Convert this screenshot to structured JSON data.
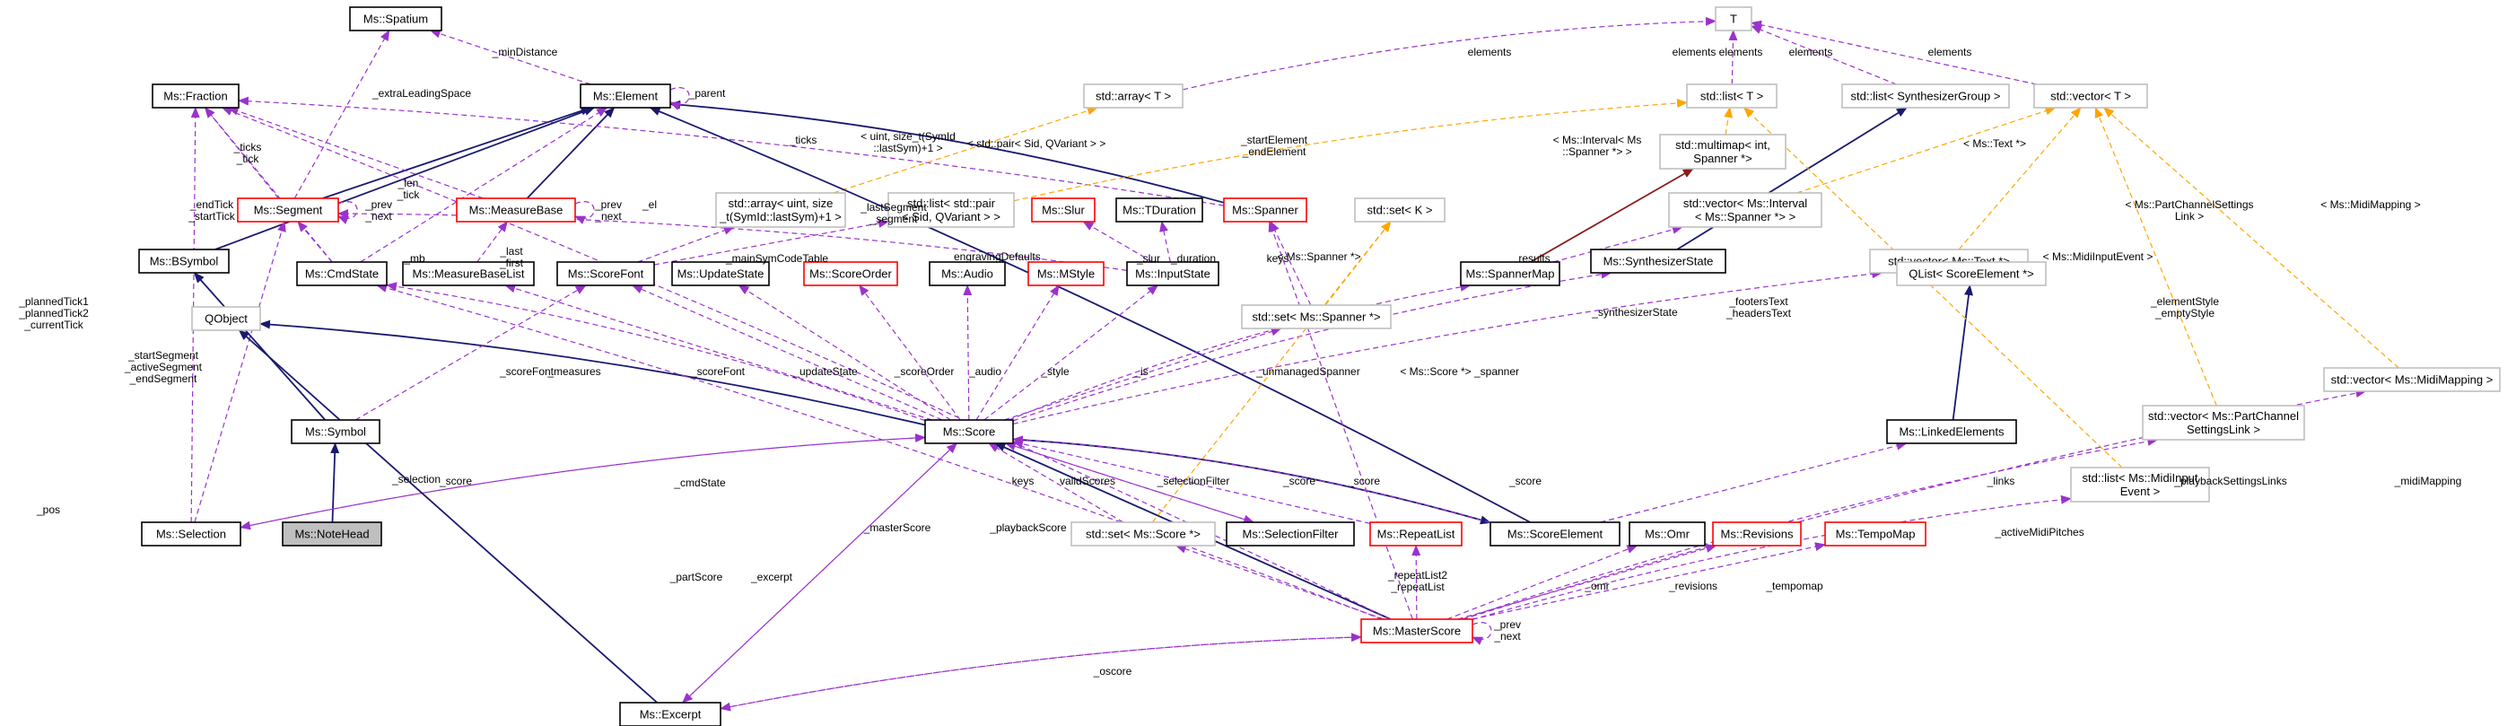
{
  "nodes": {
    "spatium": [
      "Ms::Spatium"
    ],
    "element": [
      "Ms::Element"
    ],
    "fraction": [
      "Ms::Fraction"
    ],
    "T": [
      "T"
    ],
    "arrayT": [
      "std::array< T >"
    ],
    "listT": [
      "std::list< T >"
    ],
    "listSynth": [
      "std::list< SynthesizerGroup >"
    ],
    "vectorT": [
      "std::vector< T >"
    ],
    "segment": [
      "Ms::Segment"
    ],
    "measureBase": [
      "Ms::MeasureBase"
    ],
    "arrayUint": [
      "std::array< uint, size",
      "_t(SymId::lastSym)+1 >"
    ],
    "listPair": [
      "std::list< std::pair",
      "< Sid, QVariant > >"
    ],
    "slur": [
      "Ms::Slur"
    ],
    "tduration": [
      "Ms::TDuration"
    ],
    "spanner": [
      "Ms::Spanner"
    ],
    "setK": [
      "std::set< K >"
    ],
    "multimap": [
      "std::multimap< int,",
      " Spanner *>"
    ],
    "vectorInterval": [
      "std::vector< Ms::Interval",
      "< Ms::Spanner *> >"
    ],
    "vectorText": [
      "std::vector< Ms::Text *>"
    ],
    "bsymbol": [
      "Ms::BSymbol"
    ],
    "cmdState": [
      "Ms::CmdState"
    ],
    "measureBaseList": [
      "Ms::MeasureBaseList"
    ],
    "scoreFont": [
      "Ms::ScoreFont"
    ],
    "updateState": [
      "Ms::UpdateState"
    ],
    "scoreOrder": [
      "Ms::ScoreOrder"
    ],
    "audio": [
      "Ms::Audio"
    ],
    "mstyle": [
      "Ms::MStyle"
    ],
    "inputState": [
      "Ms::InputState"
    ],
    "setSpanner": [
      "std::set< Ms::Spanner *>"
    ],
    "spannerMap": [
      "Ms::SpannerMap"
    ],
    "synthState": [
      "Ms::SynthesizerState"
    ],
    "qlist": [
      "QList< ScoreElement *>"
    ],
    "qobject": [
      "QObject"
    ],
    "symbol": [
      "Ms::Symbol"
    ],
    "score": [
      "Ms::Score"
    ],
    "linkedElements": [
      "Ms::LinkedElements"
    ],
    "vectorPartChannel": [
      "std::vector< Ms::PartChannel",
      "SettingsLink >"
    ],
    "vectorMidi": [
      "std::vector< Ms::MidiMapping >"
    ],
    "listMidiInput": [
      "std::list< Ms::MidiInput",
      "Event >"
    ],
    "selection": [
      "Ms::Selection"
    ],
    "noteHead": [
      "Ms::NoteHead"
    ],
    "setScore": [
      "std::set< Ms::Score *>"
    ],
    "selectionFilter": [
      "Ms::SelectionFilter"
    ],
    "repeatList": [
      "Ms::RepeatList"
    ],
    "scoreElement": [
      "Ms::ScoreElement"
    ],
    "omr": [
      "Ms::Omr"
    ],
    "revisions": [
      "Ms::Revisions"
    ],
    "tempoMap": [
      "Ms::TempoMap"
    ],
    "masterScore": [
      "Ms::MasterScore"
    ],
    "excerpt": [
      "Ms::Excerpt"
    ]
  },
  "edge_labels": {
    "minDistance": [
      "_minDistance"
    ],
    "elemA": [
      "elements"
    ],
    "elemB": [
      "elements"
    ],
    "elemC": [
      "elements"
    ],
    "elemD": [
      "elements"
    ],
    "elemE": [
      "elements"
    ],
    "extraLeading": [
      "_extraLeadingSpace"
    ],
    "parent": [
      "_parent"
    ],
    "uintSize": [
      "< uint, size_t(SymId",
      "::lastSym)+1 >"
    ],
    "pairSid": [
      "< std::pair< Sid, QVariant > >"
    ],
    "ticksTick": [
      "_ticks",
      "_tick"
    ],
    "endStartTick": [
      "_endTick",
      "_startTick"
    ],
    "lenTick": [
      "_len",
      "_tick"
    ],
    "prevNext": [
      "_prev",
      "_next"
    ],
    "mbPrevNext": [
      "_prev",
      "_next"
    ],
    "el": [
      "_el"
    ],
    "ticksTop": [
      "_ticks"
    ],
    "startEndElement": [
      "_startElement",
      "_endElement"
    ],
    "intervalSpanner": [
      "< Ms::Interval< Ms",
      "::Spanner *> >"
    ],
    "textStar": [
      "< Ms::Text *>"
    ],
    "partChannelLink": [
      "< Ms::PartChannelSettings",
      "Link >"
    ],
    "midiMapping": [
      "< Ms::MidiMapping >"
    ],
    "lastSegment": [
      "_lastSegment",
      "_segment"
    ],
    "engravingDefaults": [
      "_engravingDefaults"
    ],
    "mainSymCode": [
      "_mainSymCodeTable"
    ],
    "lastFirst": [
      "_last",
      "_first"
    ],
    "mb": [
      "_mb"
    ],
    "slurLbl": [
      "_slur"
    ],
    "durationLbl": [
      "_duration"
    ],
    "keys": [
      "keys"
    ],
    "spannerStar": [
      "< Ms::Spanner *>"
    ],
    "results": [
      "results"
    ],
    "midiInputEvent": [
      "< Ms::MidiInputEvent >"
    ],
    "footersHeaders": [
      "_footersText",
      "_headersText"
    ],
    "elementStyle": [
      "_elementStyle",
      "_emptyStyle"
    ],
    "plannedTick": [
      "_plannedTick1",
      "_plannedTick2",
      "_currentTick"
    ],
    "startSegment": [
      "_startSegment",
      "_activeSegment",
      "_endSegment"
    ],
    "synthesizerState": [
      "_synthesizerState"
    ],
    "scoreFontA": [
      "_scoreFont"
    ],
    "scoreFontB": [
      "_scoreFont"
    ],
    "measures": [
      "_measures"
    ],
    "updateStateLbl": [
      "_updateState"
    ],
    "scoreOrderLbl": [
      "_scoreOrder"
    ],
    "audioLbl": [
      "_audio"
    ],
    "styleLbl": [
      "_style"
    ],
    "isLbl": [
      "_is"
    ],
    "unmanaged": [
      "_unmanagedSpanner"
    ],
    "scoreStar": [
      "< Ms::Score *>"
    ],
    "spannerLbl": [
      "_spanner"
    ],
    "selectionLbl": [
      "_selection"
    ],
    "scoreA": [
      "_score"
    ],
    "cmdStateLbl": [
      "_cmdState"
    ],
    "keysB": [
      "keys"
    ],
    "validScores": [
      "validScores"
    ],
    "selectionFilterLbl": [
      "_selectionFilter"
    ],
    "scoreB": [
      "_score"
    ],
    "scoreC": [
      "_score"
    ],
    "scoreD": [
      "_score"
    ],
    "links": [
      "_links"
    ],
    "pos": [
      "_pos"
    ],
    "masterScoreLbl": [
      "_masterScore"
    ],
    "playbackScore": [
      "_playbackScore"
    ],
    "repeatLists": [
      "_repeatList2",
      "_repeatList"
    ],
    "playbackSettingsLinks": [
      "_playbackSettingsLinks"
    ],
    "midiMappingLbl": [
      "_midiMapping"
    ],
    "activeMidiPitches": [
      "_activeMidiPitches"
    ],
    "partScore": [
      "_partScore"
    ],
    "excerptLbl": [
      "_excerpt"
    ],
    "omrLbl": [
      "_omr"
    ],
    "revisionsLbl": [
      "_revisions"
    ],
    "tempomapLbl": [
      "_tempomap"
    ],
    "msPrevNext": [
      "_prev",
      "_next"
    ],
    "oscore": [
      "_oscore"
    ]
  },
  "colors": {
    "inherit": "#191970",
    "usage": "#9a32cd",
    "template": "#ffa500",
    "private_inherit": "#8b1a1a",
    "border_doc": "#000000",
    "border_nodoc": "#ff0000",
    "border_external": "#bfbfbf",
    "highlight_fill": "#bfbfbf",
    "fill": "#ffffff"
  }
}
